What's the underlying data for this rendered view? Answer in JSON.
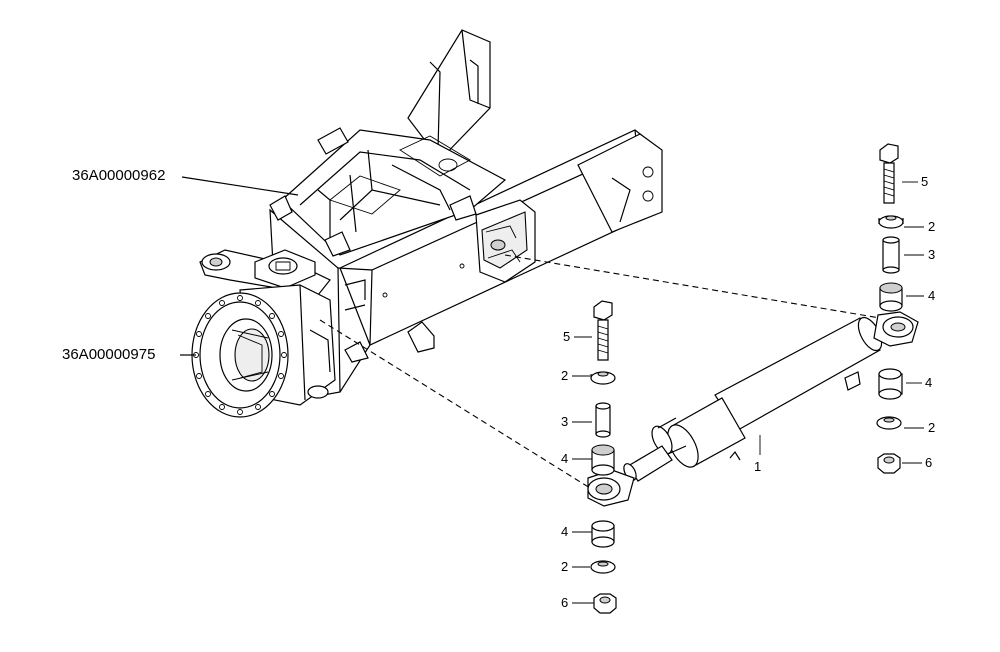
{
  "assembly_refs": {
    "frame_ref": "36A00000962",
    "axle_ref": "36A00000975"
  },
  "callouts": {
    "cylinder": "1",
    "washer": "2",
    "bushing": "3",
    "spacer": "4",
    "bolt": "5",
    "nut": "6"
  }
}
